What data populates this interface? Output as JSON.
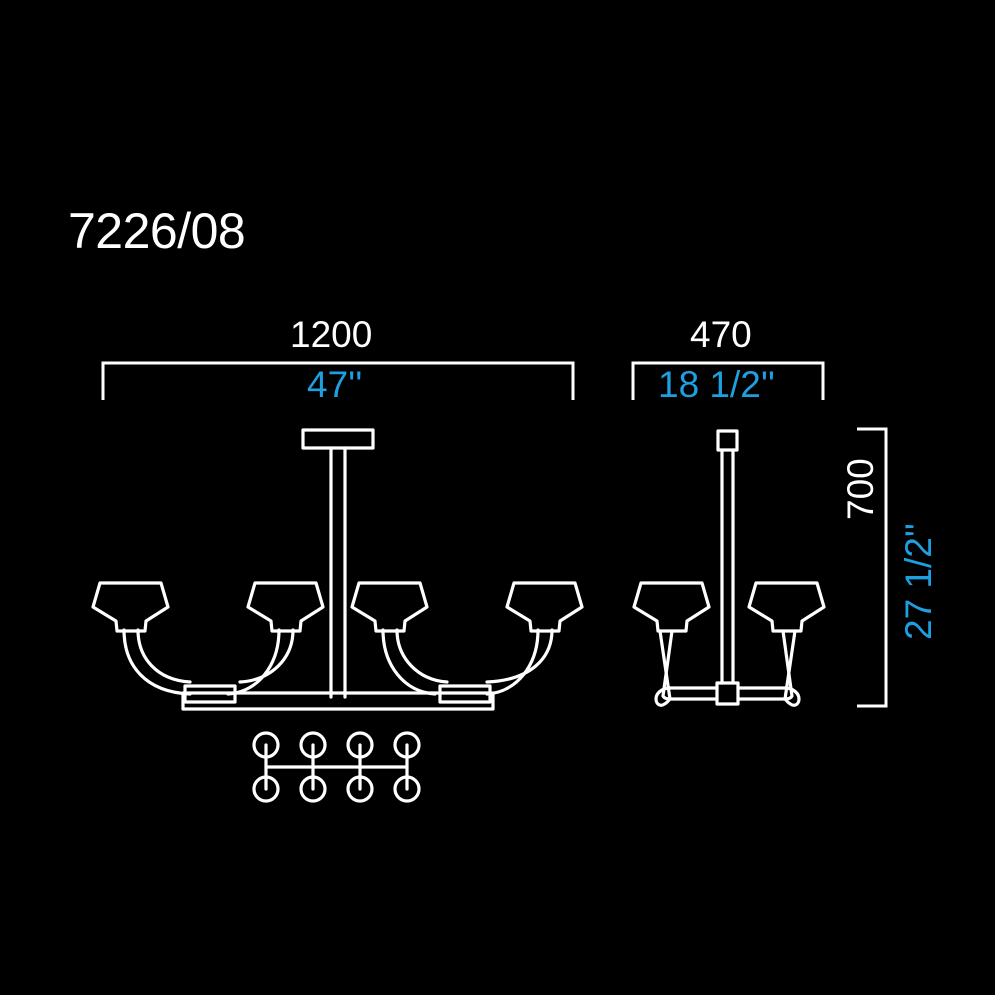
{
  "sheet": {
    "background_color": "#000000",
    "line_color": "#ffffff",
    "accent_color": "#1e9fe0"
  },
  "header": {
    "model_number": "7226/08"
  },
  "dimensions": {
    "front_width": {
      "metric": "1200",
      "imperial": "47''"
    },
    "side_depth": {
      "metric": "470",
      "imperial": "18 1/2''"
    },
    "height": {
      "metric": "700",
      "imperial": "27 1/2''"
    }
  },
  "views": {
    "front_elevation": {
      "name": "front-elevation-view",
      "parts": [
        "ceiling-canopy-plate",
        "vertical-stem",
        "horizontal-cross-bar",
        "curved-arm",
        "lamp-shade",
        "socket-fitting-block"
      ],
      "arm_count": 4,
      "shade_count": 4
    },
    "side_elevation": {
      "name": "side-elevation-view",
      "parts": [
        "ceiling-canopy-plate",
        "vertical-stem",
        "center-joint-block",
        "horizontal-cross-bar",
        "curved-arm",
        "lamp-shade"
      ],
      "arm_count": 2,
      "shade_count": 2
    },
    "plan": {
      "name": "plan-view",
      "parts": [
        "horizontal-cross-bar",
        "lamp-position-circle"
      ],
      "lamp_positions": 8,
      "columns": 4,
      "rows": 2
    }
  }
}
